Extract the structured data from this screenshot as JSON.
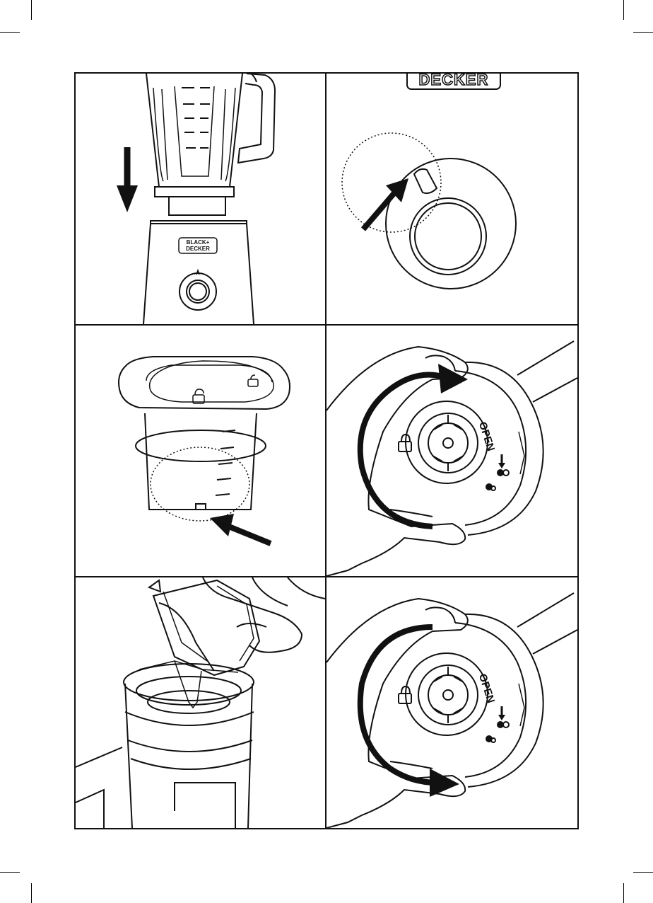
{
  "brand": {
    "logo_top": "BLACK+",
    "logo_bottom": "DECKER",
    "logo_partial": "DECKER"
  },
  "labels": {
    "open_label_panel4": "OPEN",
    "open_label_panel6": "OPEN"
  },
  "colors": {
    "line": "#111111",
    "background": "#ffffff"
  },
  "panels": [
    {
      "id": "panel-1",
      "icon": "jar-onto-base-arrow-down"
    },
    {
      "id": "panel-2",
      "icon": "base-socket-detail-arrow"
    },
    {
      "id": "panel-3",
      "icon": "jar-notch-detail-arrow"
    },
    {
      "id": "panel-4",
      "icon": "rotate-clockwise-lock"
    },
    {
      "id": "panel-5",
      "icon": "insert-blade-assembly"
    },
    {
      "id": "panel-6",
      "icon": "rotate-counterclockwise-unlock"
    }
  ]
}
